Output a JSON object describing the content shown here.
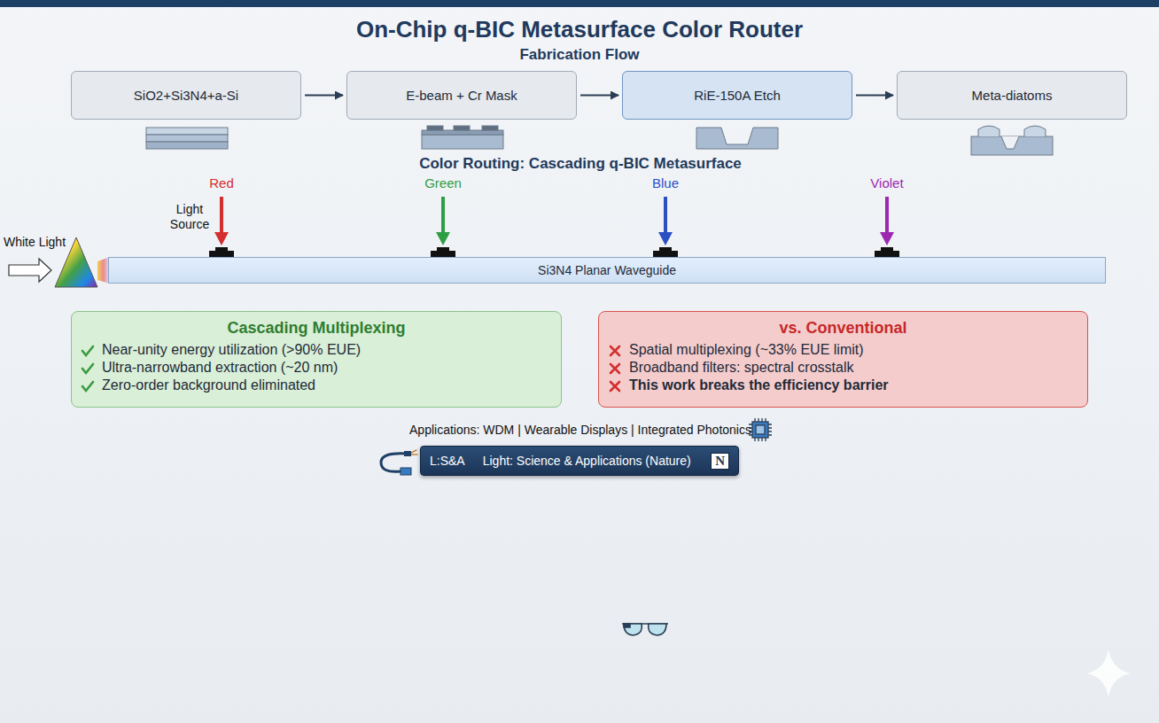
{
  "diagram": {
    "title": "On-Chip q-BIC Metasurface Color Router",
    "nodes": [
      {
        "text": [
          "SiO2+Si3N4+a-Si"
        ]
      },
      {
        "text": [
          "E-beam + Cr Mask"
        ]
      },
      {
        "text": [
          "RiE-150A Etch"
        ]
      },
      {
        "text": [
          "Meta-diatoms"
        ]
      },
      {
        "text": [
          "Si3N4 Planar Waveguide"
        ]
      },
      {
        "text": [
          "Cascading Multiplexing",
          "Near-unity energy utilization (>90% EUE)",
          "Ultra-narrowband extraction (~20 nm)",
          "Zero-order background eliminated"
        ]
      },
      {
        "text": [
          "vs. Conventional",
          "Spatial multiplexing (~33% EUE limit)",
          "Broadband filters: spectral crosstalk",
          "This work breaks the efficiency barrier"
        ]
      },
      {
        "text": [
          "L:S&A",
          "Light: Science & Applications (Nature)",
          "N"
        ]
      }
    ],
    "edges": [
      {
        "from": 0,
        "to": 1,
        "arrow": "to"
      },
      {
        "from": 1,
        "to": 2,
        "arrow": "to"
      },
      {
        "from": 2,
        "to": 3,
        "arrow": "to"
      }
    ],
    "labels": [
      "Fabrication Flow",
      "Color Routing: Cascading q-BIC Metasurface",
      "Red",
      "Green",
      "Blue",
      "Violet",
      "Light Source",
      "White Light",
      "Applications: WDM | Wearable Displays | Integrated Photonics"
    ]
  }
}
